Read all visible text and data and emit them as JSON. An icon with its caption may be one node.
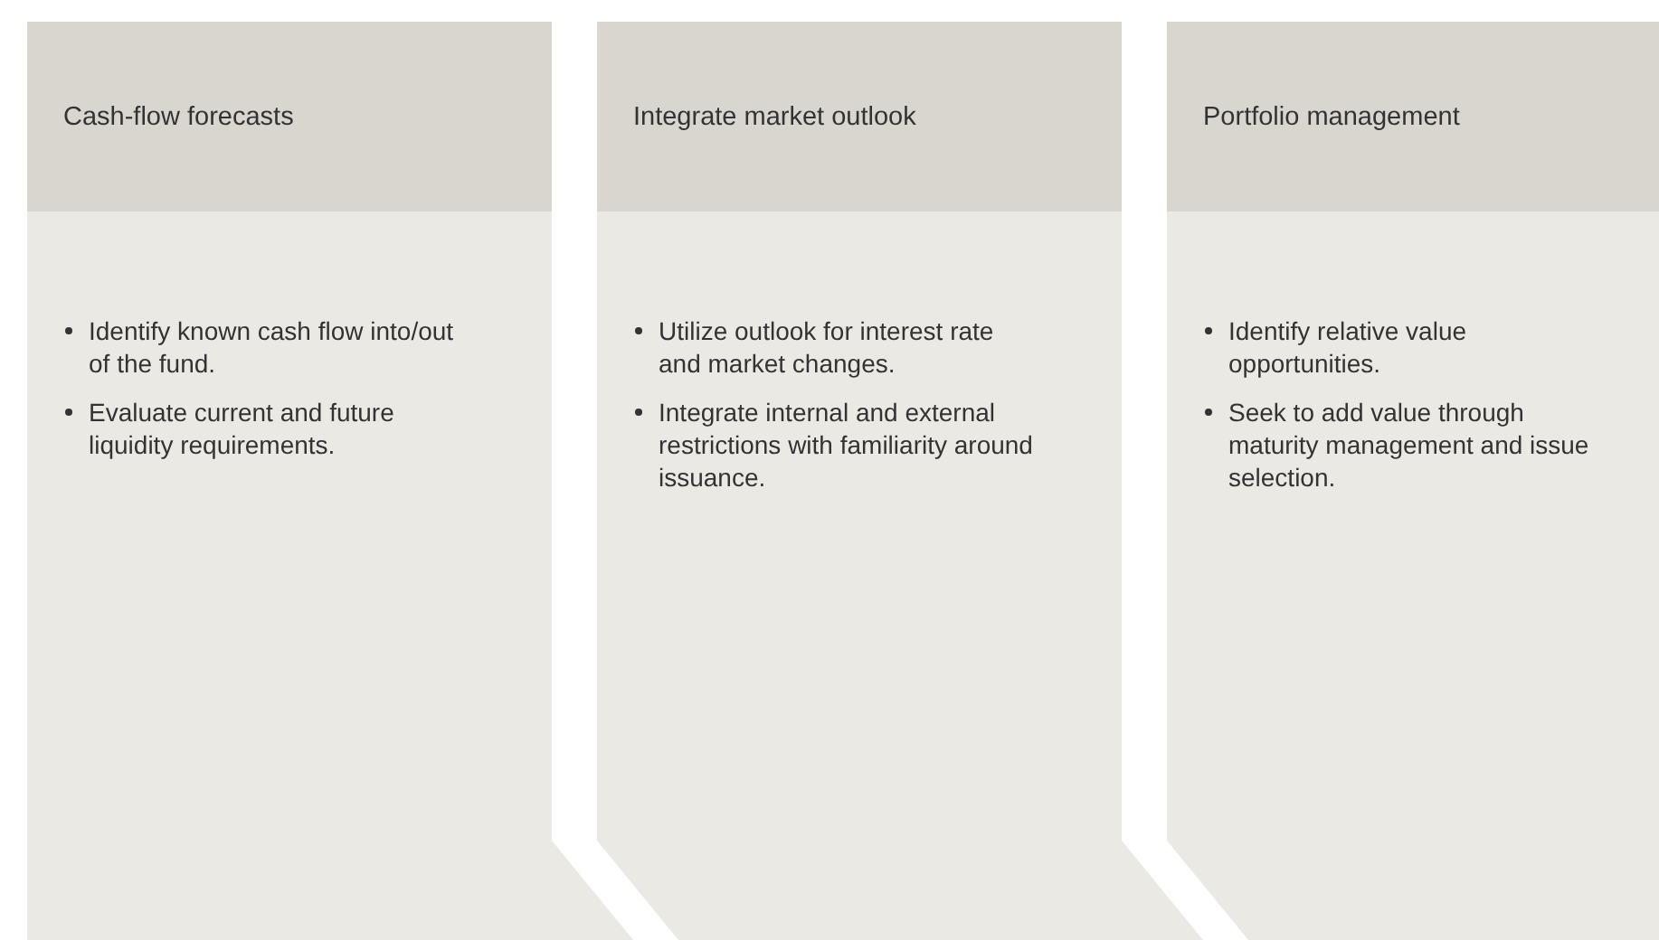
{
  "diagram": {
    "nodes": [
      {
        "text": [
          "Cash-flow forecasts",
          "Identify known cash flow into/out of the fund.",
          "Evaluate current and future liquidity requirements."
        ]
      },
      {
        "text": [
          "Integrate market outlook",
          "Utilize outlook for interest rate and market changes.",
          "Integrate internal and external restrictions with familiarity around issuance."
        ]
      },
      {
        "text": [
          "Portfolio management",
          "Identify relative value opportunities.",
          "Seek to add value through maturity management and issue selection."
        ]
      }
    ],
    "edges": [
      {
        "from": 0,
        "to": 1,
        "arrow": "to"
      },
      {
        "from": 1,
        "to": 2,
        "arrow": "to"
      }
    ]
  }
}
